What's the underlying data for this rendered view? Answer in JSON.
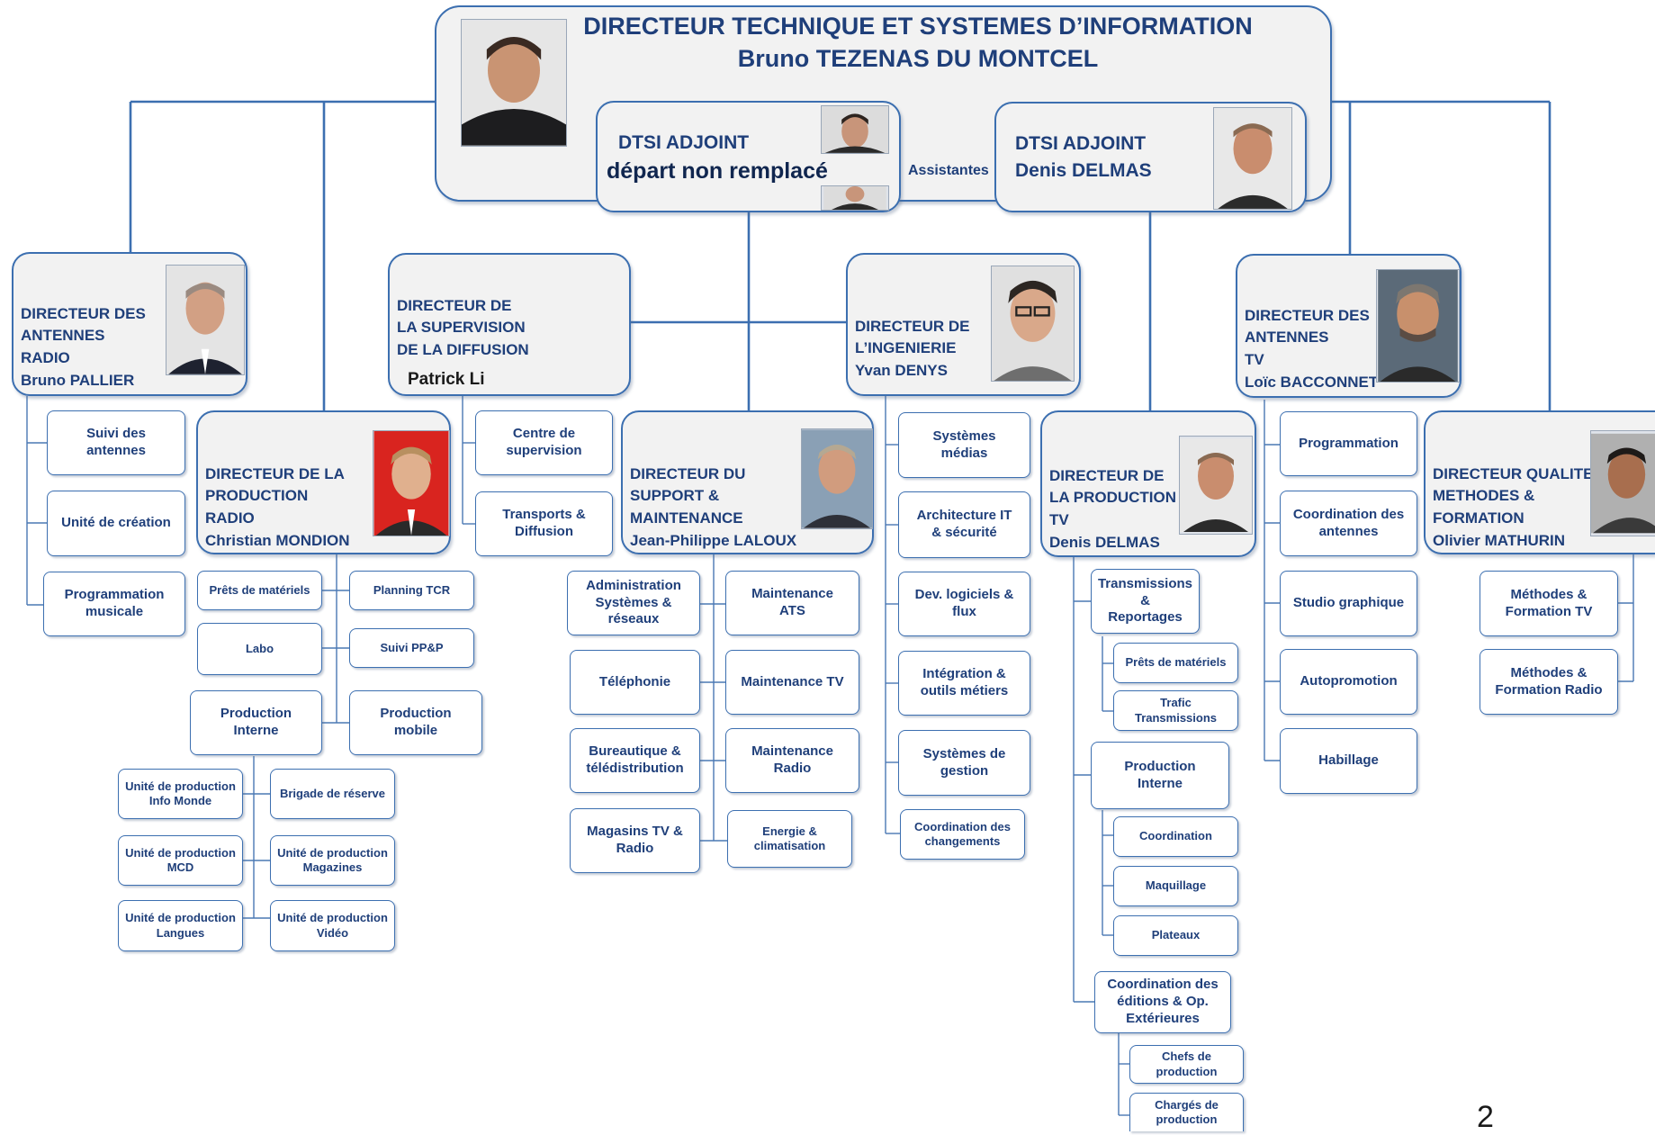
{
  "top": {
    "title": "DIRECTEUR TECHNIQUE ET SYSTEMES D’INFORMATION",
    "name": "Bruno TEZENAS DU MONTCEL"
  },
  "deputies": {
    "left_title": "DTSI ADJOINT",
    "left_note": "départ non remplacé",
    "assistants": "Assistantes",
    "right_title": "DTSI ADJOINT",
    "right_name": "Denis DELMAS"
  },
  "directors": {
    "antennes_radio": {
      "title": "DIRECTEUR DES\nANTENNES\nRADIO",
      "name": "Bruno PALLIER"
    },
    "supervision": {
      "title": "DIRECTEUR DE\nLA SUPERVISION\nDE LA DIFFUSION",
      "name": "Patrick Li"
    },
    "ingenierie": {
      "title": "DIRECTEUR DE\nL’INGENIERIE",
      "name": "Yvan DENYS"
    },
    "antennes_tv": {
      "title": "DIRECTEUR DES\nANTENNES\nTV",
      "name": "Loïc BACCONNET"
    },
    "production_radio": {
      "title": "DIRECTEUR DE LA\nPRODUCTION\nRADIO",
      "name": "Christian MONDION"
    },
    "support": {
      "title": "DIRECTEUR DU\nSUPPORT &\nMAINTENANCE",
      "name": "Jean-Philippe LALOUX"
    },
    "production_tv": {
      "title": "DIRECTEUR DE\nLA PRODUCTION\nTV",
      "name": "Denis DELMAS"
    },
    "qualite": {
      "title": "DIRECTEUR QUALITE\nMETHODES &\nFORMATION",
      "name": "Olivier MATHURIN"
    }
  },
  "units": {
    "suivi_antennes": "Suivi des\nantennes",
    "unite_creation": "Unité de création",
    "programmation_musicale": "Programmation\nmusicale",
    "centre_supervision": "Centre de\nsupervision",
    "transports_diffusion": "Transports &\nDiffusion",
    "prets_materiels_radio": "Prêts de matériels",
    "planning_tcr": "Planning TCR",
    "labo": "Labo",
    "suivi_ppp": "Suivi PP&P",
    "production_interne_radio": "Production\nInterne",
    "production_mobile": "Production\nmobile",
    "up_info_monde": "Unité de production\nInfo Monde",
    "brigade_reserve": "Brigade de réserve",
    "up_mcd": "Unité de production\nMCD",
    "up_magazines": "Unité de production\nMagazines",
    "up_langues": "Unité de production\nLangues",
    "up_video": "Unité de production\nVidéo",
    "admin_systemes": "Administration\nSystèmes &\nréseaux",
    "maintenance_ats": "Maintenance\nATS",
    "telephonie": "Téléphonie",
    "maintenance_tv": "Maintenance TV",
    "bureautique": "Bureautique &\ntélédistribution",
    "maintenance_radio": "Maintenance\nRadio",
    "magasins": "Magasins TV &\nRadio",
    "energie": "Energie &\nclimatisation",
    "systemes_medias": "Systèmes\nmédias",
    "architecture_it": "Architecture IT\n& sécurité",
    "dev_logiciels": "Dev. logiciels &\nflux",
    "integration": "Intégration &\noutils métiers",
    "systemes_gestion": "Systèmes de\ngestion",
    "coordination_changements": "Coordination des\nchangements",
    "transmissions": "Transmissions &\nReportages",
    "prets_materiels_tv": "Prêts de matériels",
    "trafic_transmissions": "Trafic Transmissions",
    "production_interne_tv": "Production\nInterne",
    "coordination": "Coordination",
    "maquillage": "Maquillage",
    "plateaux": "Plateaux",
    "coordination_editions": "Coordination des\néditions & Op.\nExtérieures",
    "chefs_production": "Chefs de production",
    "charges_production": "Chargés de\nproduction",
    "programmation": "Programmation",
    "coordination_antennes": "Coordination des\nantennes",
    "studio_graphique": "Studio graphique",
    "autopromotion": "Autopromotion",
    "habillage": "Habillage",
    "methodes_tv": "Méthodes &\nFormation TV",
    "methodes_radio": "Méthodes &\nFormation Radio"
  },
  "page_number": "2"
}
